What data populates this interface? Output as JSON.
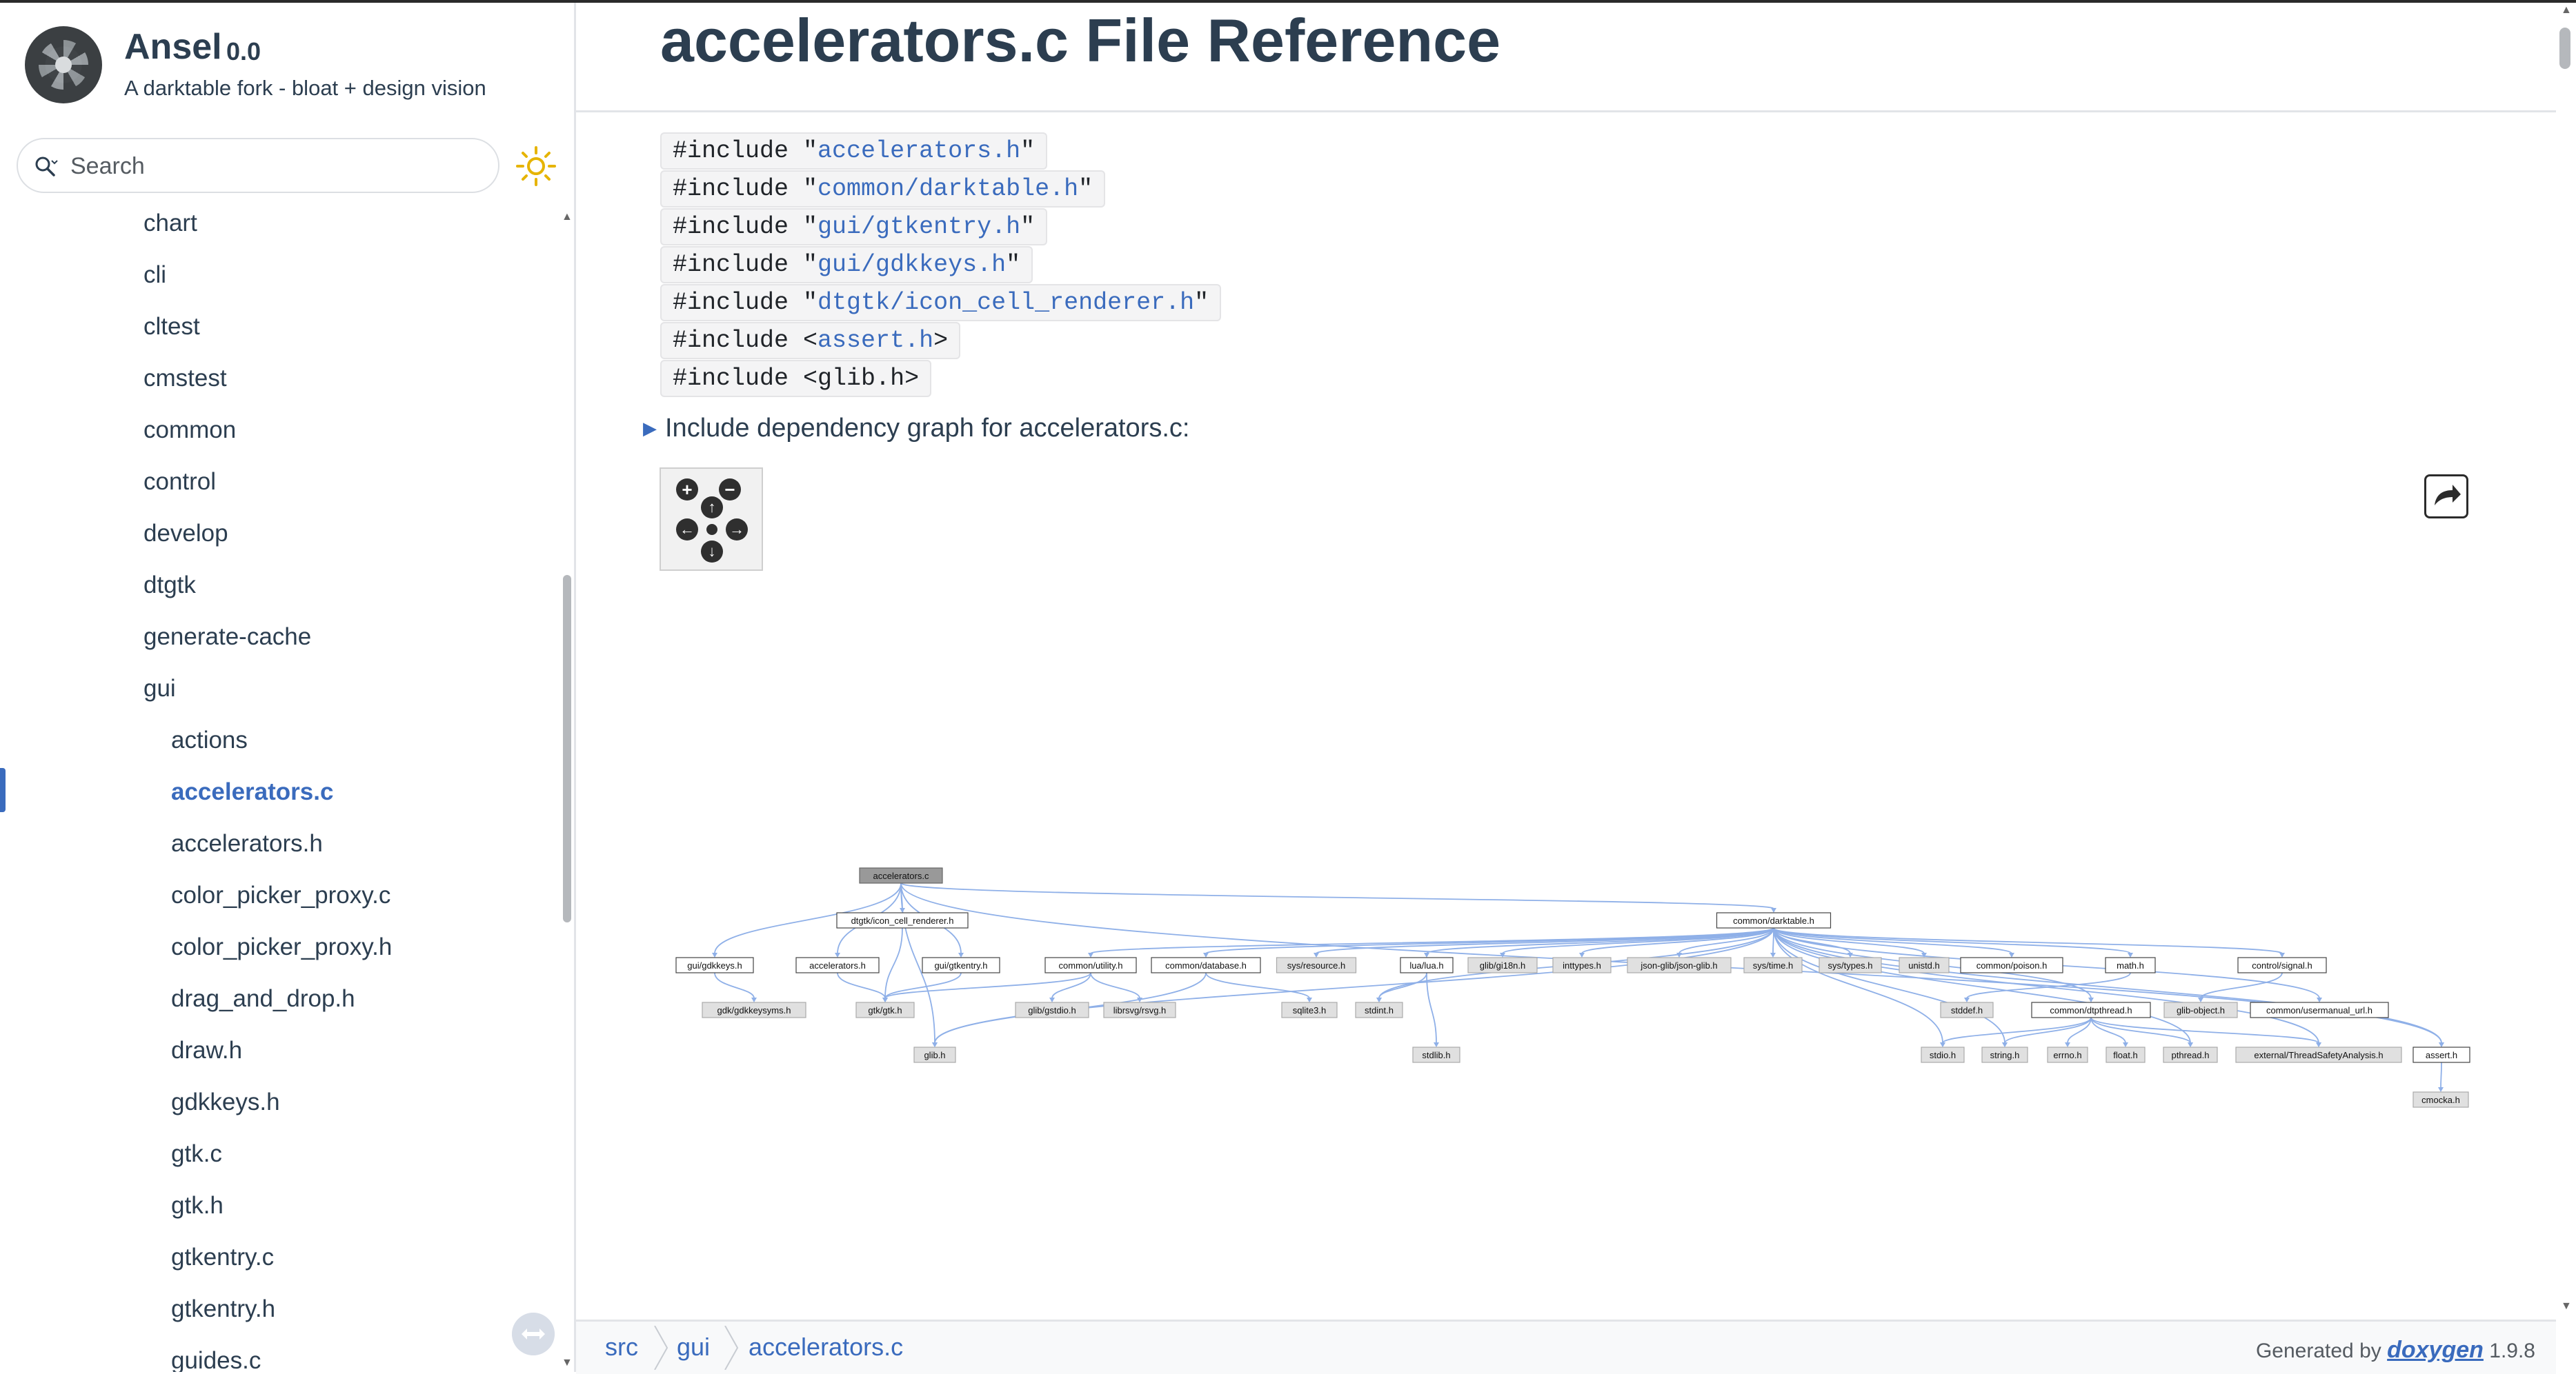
{
  "project": {
    "name": "Ansel",
    "number": "0.0",
    "brief": "A darktable fork - bloat + design vision"
  },
  "search": {
    "placeholder": "Search"
  },
  "nav": {
    "items": [
      {
        "label": "chart",
        "level": 1
      },
      {
        "label": "cli",
        "level": 1
      },
      {
        "label": "cltest",
        "level": 1
      },
      {
        "label": "cmstest",
        "level": 1
      },
      {
        "label": "common",
        "level": 1
      },
      {
        "label": "control",
        "level": 1
      },
      {
        "label": "develop",
        "level": 1
      },
      {
        "label": "dtgtk",
        "level": 1
      },
      {
        "label": "generate-cache",
        "level": 1
      },
      {
        "label": "gui",
        "level": 1
      },
      {
        "label": "actions",
        "level": 2
      },
      {
        "label": "accelerators.c",
        "level": 2,
        "selected": true
      },
      {
        "label": "accelerators.h",
        "level": 2
      },
      {
        "label": "color_picker_proxy.c",
        "level": 2
      },
      {
        "label": "color_picker_proxy.h",
        "level": 2
      },
      {
        "label": "drag_and_drop.h",
        "level": 2
      },
      {
        "label": "draw.h",
        "level": 2
      },
      {
        "label": "gdkkeys.h",
        "level": 2
      },
      {
        "label": "gtk.c",
        "level": 2
      },
      {
        "label": "gtk.h",
        "level": 2
      },
      {
        "label": "gtkentry.c",
        "level": 2
      },
      {
        "label": "gtkentry.h",
        "level": 2
      },
      {
        "label": "guides.c",
        "level": 2
      }
    ]
  },
  "page": {
    "title": "accelerators.c File Reference"
  },
  "includes": [
    {
      "prefix": "#include \"",
      "file": "accelerators.h",
      "suffix": "\"",
      "linked": true
    },
    {
      "prefix": "#include \"",
      "file": "common/darktable.h",
      "suffix": "\"",
      "linked": true
    },
    {
      "prefix": "#include \"",
      "file": "gui/gtkentry.h",
      "suffix": "\"",
      "linked": true
    },
    {
      "prefix": "#include \"",
      "file": "gui/gdkkeys.h",
      "suffix": "\"",
      "linked": true
    },
    {
      "prefix": "#include \"",
      "file": "dtgtk/icon_cell_renderer.h",
      "suffix": "\"",
      "linked": true
    },
    {
      "prefix": "#include <",
      "file": "assert.h",
      "suffix": ">",
      "linked": true
    },
    {
      "prefix": "#include <",
      "file": "glib.h",
      "suffix": ">",
      "linked": false
    }
  ],
  "dependency_graph": {
    "toggle_label": "Include dependency graph for accelerators.c:",
    "nodes": [
      {
        "id": "accelerators.c",
        "root": true
      },
      {
        "id": "dtgtk/icon_cell_renderer.h"
      },
      {
        "id": "common/darktable.h"
      },
      {
        "id": "gui/gdkkeys.h"
      },
      {
        "id": "accelerators.h"
      },
      {
        "id": "gui/gtkentry.h"
      },
      {
        "id": "common/utility.h"
      },
      {
        "id": "common/database.h"
      },
      {
        "id": "sys/resource.h",
        "external": true
      },
      {
        "id": "lua/lua.h"
      },
      {
        "id": "glib/gi18n.h",
        "external": true
      },
      {
        "id": "inttypes.h",
        "external": true
      },
      {
        "id": "json-glib/json-glib.h",
        "external": true
      },
      {
        "id": "sys/time.h",
        "external": true
      },
      {
        "id": "sys/types.h",
        "external": true
      },
      {
        "id": "unistd.h",
        "external": true
      },
      {
        "id": "common/poison.h"
      },
      {
        "id": "math.h"
      },
      {
        "id": "control/signal.h"
      },
      {
        "id": "gdk/gdkkeysyms.h",
        "external": true
      },
      {
        "id": "gtk/gtk.h",
        "external": true
      },
      {
        "id": "glib/gstdio.h",
        "external": true
      },
      {
        "id": "librsvg/rsvg.h",
        "external": true
      },
      {
        "id": "sqlite3.h",
        "external": true
      },
      {
        "id": "stdint.h",
        "external": true
      },
      {
        "id": "stddef.h",
        "external": true
      },
      {
        "id": "common/dtpthread.h"
      },
      {
        "id": "glib-object.h",
        "external": true
      },
      {
        "id": "common/usermanual_url.h"
      },
      {
        "id": "glib.h",
        "external": true
      },
      {
        "id": "stdlib.h",
        "external": true
      },
      {
        "id": "stdio.h",
        "external": true
      },
      {
        "id": "string.h",
        "external": true
      },
      {
        "id": "errno.h",
        "external": true
      },
      {
        "id": "float.h",
        "external": true
      },
      {
        "id": "pthread.h",
        "external": true
      },
      {
        "id": "external/ThreadSafetyAnalysis.h",
        "external": true
      },
      {
        "id": "assert.h"
      },
      {
        "id": "cmocka.h",
        "external": true
      }
    ],
    "edges": [
      [
        "accelerators.c",
        "dtgtk/icon_cell_renderer.h"
      ],
      [
        "accelerators.c",
        "common/darktable.h"
      ],
      [
        "accelerators.c",
        "gui/gdkkeys.h"
      ],
      [
        "accelerators.c",
        "accelerators.h"
      ],
      [
        "accelerators.c",
        "gui/gtkentry.h"
      ],
      [
        "accelerators.c",
        "assert.h"
      ],
      [
        "accelerators.c",
        "glib.h"
      ],
      [
        "dtgtk/icon_cell_renderer.h",
        "gtk/gtk.h"
      ],
      [
        "common/darktable.h",
        "common/utility.h"
      ],
      [
        "common/darktable.h",
        "common/database.h"
      ],
      [
        "common/darktable.h",
        "sys/resource.h"
      ],
      [
        "common/darktable.h",
        "lua/lua.h"
      ],
      [
        "common/darktable.h",
        "glib/gi18n.h"
      ],
      [
        "common/darktable.h",
        "inttypes.h"
      ],
      [
        "common/darktable.h",
        "json-glib/json-glib.h"
      ],
      [
        "common/darktable.h",
        "sys/time.h"
      ],
      [
        "common/darktable.h",
        "sys/types.h"
      ],
      [
        "common/darktable.h",
        "unistd.h"
      ],
      [
        "common/darktable.h",
        "common/poison.h"
      ],
      [
        "common/darktable.h",
        "math.h"
      ],
      [
        "common/darktable.h",
        "control/signal.h"
      ],
      [
        "common/darktable.h",
        "common/dtpthread.h"
      ],
      [
        "common/darktable.h",
        "common/usermanual_url.h"
      ],
      [
        "common/darktable.h",
        "glib.h"
      ],
      [
        "common/darktable.h",
        "stdint.h"
      ],
      [
        "common/darktable.h",
        "stdio.h"
      ],
      [
        "common/darktable.h",
        "string.h"
      ],
      [
        "common/darktable.h",
        "assert.h"
      ],
      [
        "common/darktable.h",
        "pthread.h"
      ],
      [
        "common/darktable.h",
        "external/ThreadSafetyAnalysis.h"
      ],
      [
        "gui/gdkkeys.h",
        "gdk/gdkkeysyms.h"
      ],
      [
        "accelerators.h",
        "gtk/gtk.h"
      ],
      [
        "gui/gtkentry.h",
        "gtk/gtk.h"
      ],
      [
        "common/utility.h",
        "glib/gstdio.h"
      ],
      [
        "common/utility.h",
        "librsvg/rsvg.h"
      ],
      [
        "common/utility.h",
        "gtk/gtk.h"
      ],
      [
        "common/database.h",
        "sqlite3.h"
      ],
      [
        "common/database.h",
        "glib.h"
      ],
      [
        "lua/lua.h",
        "stdint.h"
      ],
      [
        "lua/lua.h",
        "stdlib.h"
      ],
      [
        "math.h",
        "stddef.h"
      ],
      [
        "control/signal.h",
        "glib-object.h"
      ],
      [
        "common/dtpthread.h",
        "stdio.h"
      ],
      [
        "common/dtpthread.h",
        "string.h"
      ],
      [
        "common/dtpthread.h",
        "errno.h"
      ],
      [
        "common/dtpthread.h",
        "float.h"
      ],
      [
        "common/dtpthread.h",
        "pthread.h"
      ],
      [
        "common/dtpthread.h",
        "external/ThreadSafetyAnalysis.h"
      ],
      [
        "assert.h",
        "cmocka.h"
      ]
    ]
  },
  "breadcrumbs": [
    "src",
    "gui",
    "accelerators.c"
  ],
  "footer": {
    "generated_by": "Generated by",
    "tool": "doxygen",
    "version": "1.9.8"
  },
  "colors": {
    "accent": "#3a6bbd",
    "text": "#2c3e50",
    "graph_edge": "#8fb0e8",
    "root_fill": "#999999",
    "external_fill": "#e0e0e0"
  }
}
